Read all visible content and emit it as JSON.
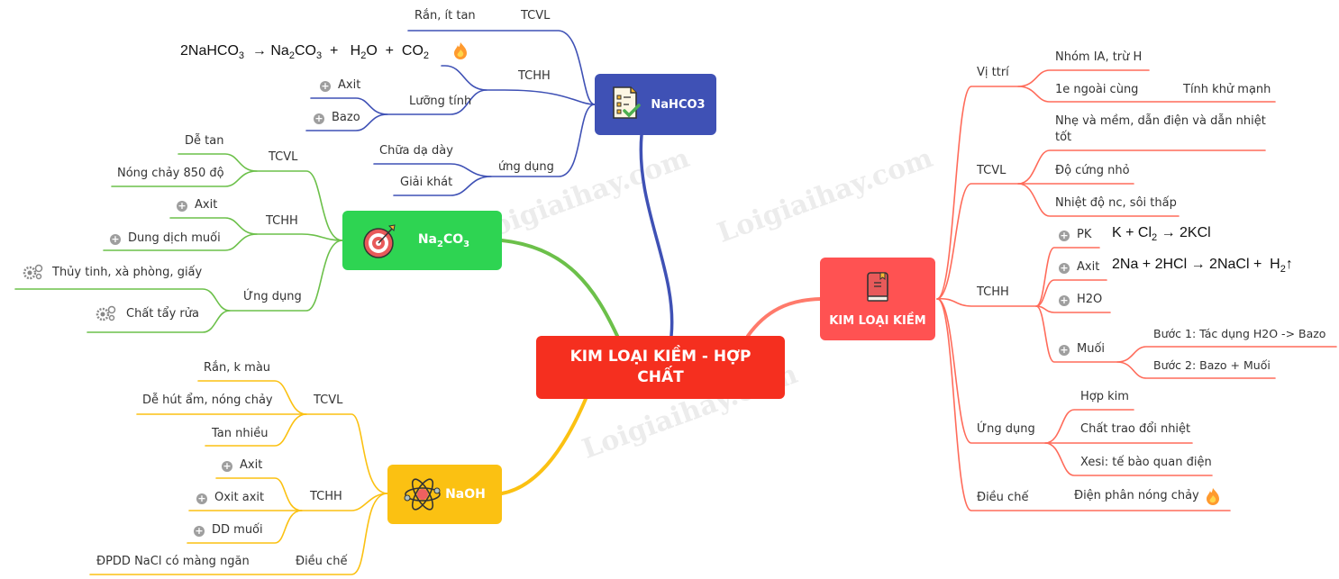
{
  "root": {
    "title_line1": "KIM LOẠI KIỀM - HỢP",
    "title_line2": "CHẤT",
    "color": "#f52f1f"
  },
  "watermark": "Loigiaihay.com",
  "nahco3": {
    "label": "NaHCO3",
    "color": "#3f51b5",
    "icon": "checklist-icon",
    "branches": {
      "tcvl": {
        "label": "TCVL",
        "items": [
          "Rắn, ít tan"
        ]
      },
      "tchh": {
        "label": "TCHH",
        "equation": "2NaHCO3 → Na2CO3 + H2O + CO2",
        "equation_icon": "fire-icon",
        "sub": {
          "label": "Lưỡng tính",
          "items": [
            "Axit",
            "Bazo"
          ]
        }
      },
      "ungdung": {
        "label": "ứng dụng",
        "items": [
          "Chữa dạ dày",
          "Giải khát"
        ]
      }
    }
  },
  "na2co3": {
    "label": "Na2CO3",
    "color": "#2ecc55",
    "icon": "target-icon",
    "branches": {
      "tcvl": {
        "label": "TCVL",
        "items": [
          "Dễ tan",
          "Nóng chảy 850 độ"
        ]
      },
      "tchh": {
        "label": "TCHH",
        "items": [
          "Axit",
          "Dung dịch muối"
        ]
      },
      "ungdung": {
        "label": "Ứng dụng",
        "items": [
          "Thủy tinh, xà phòng, giấy",
          "Chất tẩy rửa"
        ]
      }
    }
  },
  "naoh": {
    "label": "NaOH",
    "color": "#fbc112",
    "icon": "atom-icon",
    "branches": {
      "tcvl": {
        "label": "TCVL",
        "items": [
          "Rắn, k màu",
          "Dễ hút ẩm, nóng chảy",
          "Tan nhiều"
        ]
      },
      "tchh": {
        "label": "TCHH",
        "items": [
          "Axit",
          "Oxit axit",
          "DD muối"
        ]
      },
      "dieuche": {
        "label": "Điều chế",
        "items": [
          "ĐPDD NaCl có màng ngăn"
        ]
      }
    }
  },
  "klk": {
    "label": "KIM LOẠI KIỀM",
    "color": "#ff5252",
    "icon": "book-icon",
    "branches": {
      "vitri": {
        "label": "Vị ttrí",
        "items": [
          "Nhóm IA, trừ H",
          "1e ngoài cùng"
        ],
        "sub_result": "Tính khử mạnh"
      },
      "tcvl": {
        "label": "TCVL",
        "items": [
          "Nhẹ và mềm, dẫn điện và dẫn nhiệt",
          "tốt",
          "Độ cứng nhỏ",
          "Nhiệt độ nc, sôi thấp"
        ]
      },
      "tchh": {
        "label": "TCHH",
        "items": [
          "PK",
          "Axit",
          "H2O",
          "Muối"
        ],
        "eq_pk": "K + Cl2 → 2KCl",
        "eq_axit": "2Na + 2HCl → 2NaCl + H2↑",
        "muoi_steps": [
          "Bước 1: Tác dụng H2O -> Bazo",
          "Bước 2: Bazo + Muối"
        ]
      },
      "ungdung": {
        "label": "Ứng dụng",
        "items": [
          "Hợp kim",
          "Chất trao đổi nhiệt",
          "Xesi: tế bào quan điện"
        ]
      },
      "dieuche": {
        "label": "Điều chế",
        "items": [
          "Điện phân nóng chảy"
        ],
        "icon": "fire-icon"
      }
    }
  }
}
